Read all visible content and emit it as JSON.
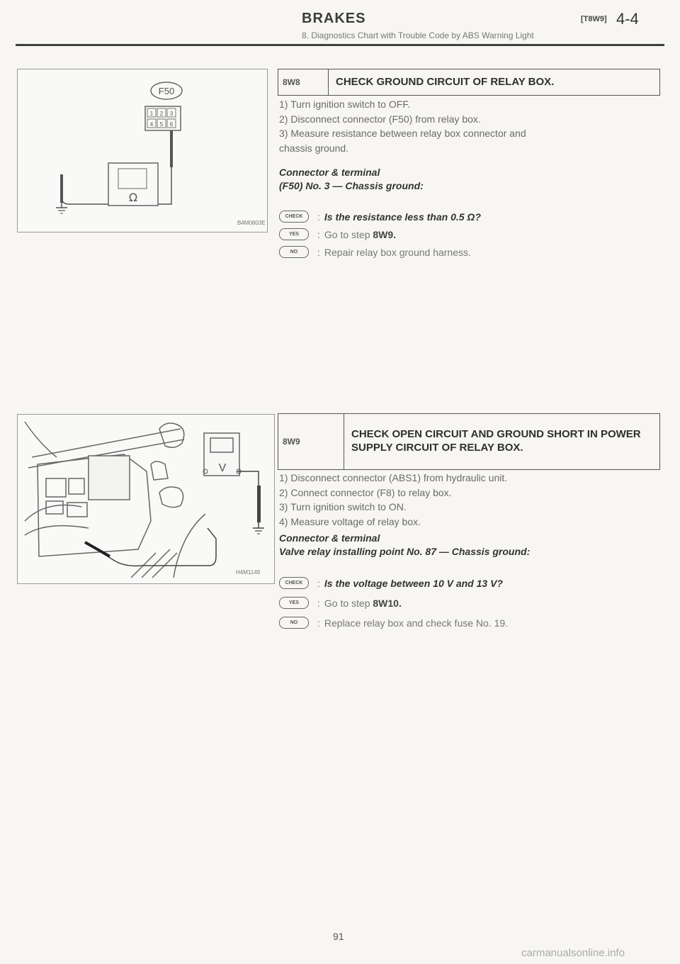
{
  "header": {
    "title": "BRAKES",
    "code": "[T8W9]",
    "section": "4-4",
    "subtitle": "8. Diagnostics Chart with Trouble Code by ABS Warning Light"
  },
  "figure1": {
    "connector": "F50",
    "pins": [
      "1",
      "2",
      "3",
      "4",
      "5",
      "6"
    ],
    "meter": "Ω",
    "code": "B4M0803E"
  },
  "figure2": {
    "meter": "V",
    "code": "H4M1149"
  },
  "step8": {
    "id": "8W8",
    "title": "CHECK GROUND CIRCUIT OF RELAY BOX.",
    "steps": [
      "1) Turn ignition switch to OFF.",
      "2) Disconnect connector (F50) from relay box.",
      "3) Measure resistance between relay box connector and",
      "chassis ground."
    ],
    "spec1": "Connector & terminal",
    "spec2": "(F50) No. 3 — Chassis ground:",
    "check_label": "CHECK",
    "check_text": "Is the resistance less than 0.5 Ω?",
    "yes_label": "YES",
    "yes_text": "Go to step",
    "yes_step": "8W9.",
    "no_label": "NO",
    "no_text": "Repair relay box ground harness."
  },
  "step9": {
    "id": "8W9",
    "title": "CHECK OPEN CIRCUIT AND GROUND SHORT IN POWER SUPPLY CIRCUIT OF RELAY BOX.",
    "steps": [
      "1) Disconnect connector (ABS1) from hydraulic unit.",
      "2) Connect connector (F8) to relay box.",
      "3) Turn ignition switch to ON.",
      "4) Measure voltage of relay box."
    ],
    "spec1": "Connector & terminal",
    "spec2": "Valve relay installing point No. 87 — Chassis ground:",
    "check_label": "CHECK",
    "check_text": "Is the voltage between 10 V and 13 V?",
    "yes_label": "YES",
    "yes_text": "Go to step",
    "yes_step": "8W10.",
    "no_label": "NO",
    "no_text": "Replace relay box and check fuse No. 19."
  },
  "footer": {
    "page": "91",
    "watermark": "carmanualsonline.info"
  }
}
